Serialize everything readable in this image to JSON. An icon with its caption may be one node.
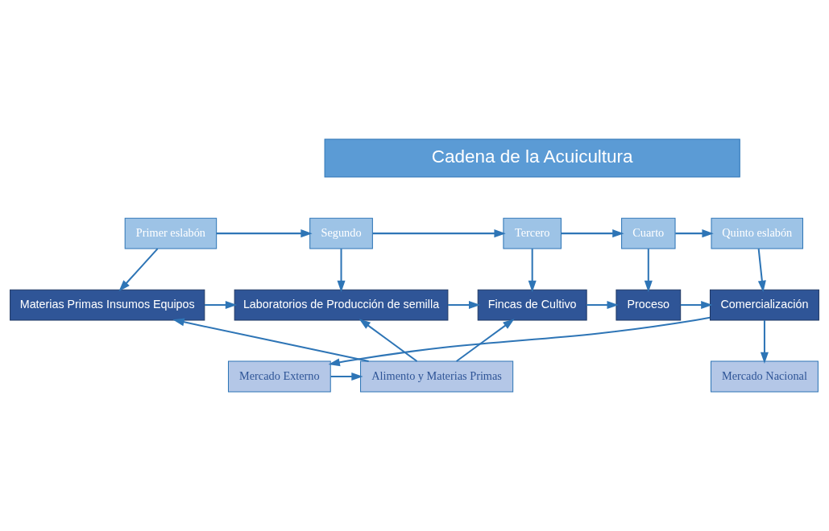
{
  "diagram": {
    "title": "Cadena de la Acuicultura",
    "nodes": [
      {
        "text": [
          "Primer eslabón"
        ]
      },
      {
        "text": [
          "Segundo"
        ]
      },
      {
        "text": [
          "Tercero"
        ]
      },
      {
        "text": [
          "Cuarto"
        ]
      },
      {
        "text": [
          "Quinto eslabón"
        ]
      },
      {
        "text": [
          "Materias Primas Insumos Equipos"
        ]
      },
      {
        "text": [
          "Laboratorios de Producción de semilla"
        ]
      },
      {
        "text": [
          "Fincas de Cultivo"
        ]
      },
      {
        "text": [
          "Proceso"
        ]
      },
      {
        "text": [
          "Comercialización"
        ]
      },
      {
        "text": [
          "Alimento y Materias Primas"
        ]
      },
      {
        "text": [
          "Mercado Externo"
        ]
      },
      {
        "text": [
          "Mercado Nacional"
        ]
      }
    ],
    "edges": [
      {
        "from": 0,
        "to": 1,
        "arrow": "to"
      },
      {
        "from": 1,
        "to": 2,
        "arrow": "to"
      },
      {
        "from": 2,
        "to": 3,
        "arrow": "to"
      },
      {
        "from": 3,
        "to": 4,
        "arrow": "to"
      },
      {
        "from": 0,
        "to": 5,
        "arrow": "to"
      },
      {
        "from": 1,
        "to": 6,
        "arrow": "to"
      },
      {
        "from": 2,
        "to": 7,
        "arrow": "to"
      },
      {
        "from": 3,
        "to": 8,
        "arrow": "to"
      },
      {
        "from": 4,
        "to": 9,
        "arrow": "to"
      },
      {
        "from": 5,
        "to": 6,
        "arrow": "to"
      },
      {
        "from": 6,
        "to": 7,
        "arrow": "to"
      },
      {
        "from": 7,
        "to": 8,
        "arrow": "to"
      },
      {
        "from": 8,
        "to": 9,
        "arrow": "to"
      },
      {
        "from": 9,
        "to": 11,
        "arrow": "to"
      },
      {
        "from": 9,
        "to": 12,
        "arrow": "to"
      },
      {
        "from": 11,
        "to": 10,
        "arrow": "to"
      },
      {
        "from": 10,
        "to": 5,
        "arrow": "to"
      },
      {
        "from": 10,
        "to": 6,
        "arrow": "to"
      },
      {
        "from": 10,
        "to": 7,
        "arrow": "to"
      }
    ]
  }
}
